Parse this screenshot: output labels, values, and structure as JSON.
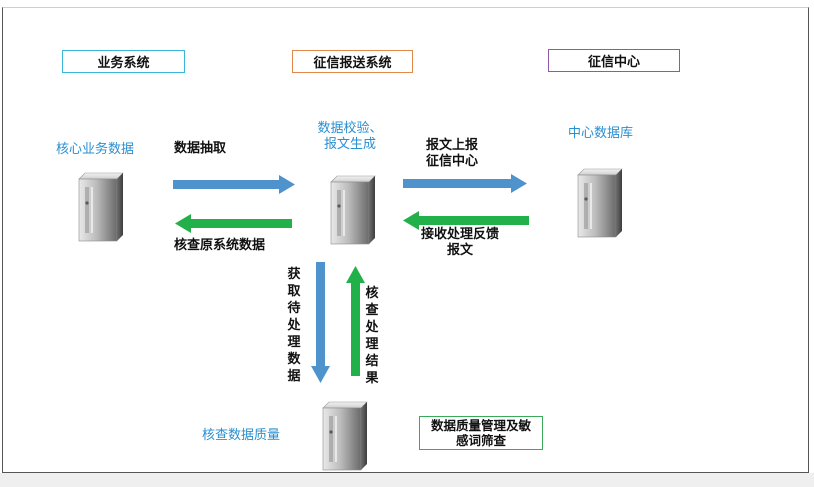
{
  "headers": {
    "business_system": "业务系统",
    "reporting_system": "征信报送系统",
    "credit_center": "征信中心"
  },
  "nodes": {
    "core_business_data": "核心业务数据",
    "validation_line1": "数据校验、",
    "validation_line2": "报文生成",
    "central_database": "中心数据库",
    "check_quality": "核查数据质量"
  },
  "arrow_labels": {
    "extract": "数据抽取",
    "verify_original": "核查原系统数据",
    "report_line1": "报文上报",
    "report_line2": "征信中心",
    "receive_line1": "接收处理反馈",
    "receive_line2": "报文",
    "fetch_pending": "获取待处理数据",
    "check_result": "核查处理结果"
  },
  "note_box": {
    "line1": "数据质量管理及敏",
    "line2": "感词筛查"
  },
  "colors": {
    "blue_arrow": "#4f93cd",
    "green_arrow": "#22b04a",
    "business_border": "#3ab7d8",
    "reporting_border": "#e0894a",
    "center_border": "#8e5aa8",
    "note_border": "#3aaa5a",
    "blue_text": "#2a8fd0"
  }
}
